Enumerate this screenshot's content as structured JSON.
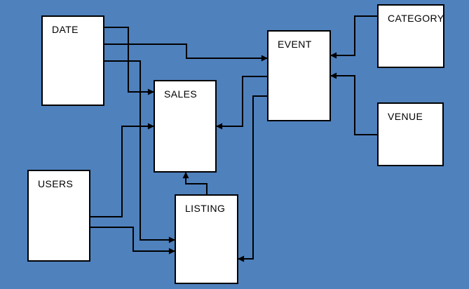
{
  "diagram": {
    "colors": {
      "background": "#4f81bd",
      "entity_fill": "#ffffff",
      "entity_border": "#000000",
      "connector": "#000000",
      "label_text": "#000000"
    },
    "entities": {
      "date": {
        "label": "DATE"
      },
      "sales": {
        "label": "SALES"
      },
      "users": {
        "label": "USERS"
      },
      "listing": {
        "label": "LISTING"
      },
      "event": {
        "label": "EVENT"
      },
      "category": {
        "label": "CATEGORY"
      },
      "venue": {
        "label": "VENUE"
      }
    },
    "relationships": [
      {
        "from": "DATE",
        "to": "SALES"
      },
      {
        "from": "DATE",
        "to": "EVENT"
      },
      {
        "from": "DATE",
        "to": "LISTING"
      },
      {
        "from": "USERS",
        "to": "SALES"
      },
      {
        "from": "USERS",
        "to": "LISTING"
      },
      {
        "from": "EVENT",
        "to": "SALES"
      },
      {
        "from": "EVENT",
        "to": "LISTING"
      },
      {
        "from": "CATEGORY",
        "to": "EVENT"
      },
      {
        "from": "VENUE",
        "to": "EVENT"
      },
      {
        "from": "LISTING",
        "to": "SALES"
      }
    ]
  }
}
